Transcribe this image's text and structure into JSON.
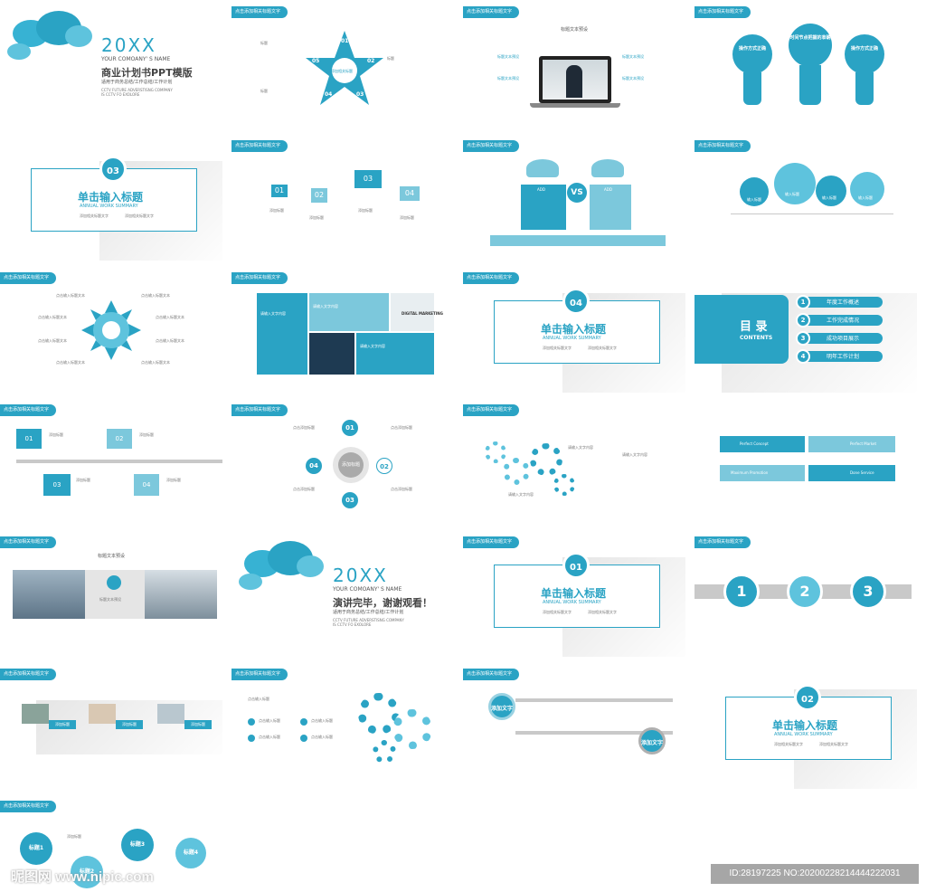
{
  "common": {
    "tag": "点击添加相关标题文字",
    "brand_color": "#2aa3c4",
    "accent_light": "#7cc8dc"
  },
  "cover": {
    "year": "20XX",
    "company": "YOUR COMOANY'  S NAME",
    "title": "商业计划书PPT模版",
    "subtitle": "适用于商务总结/工作总结/工作计划",
    "line1": "CCTV FUTURE ADVERSTISNG COMPANY",
    "line2": "IS CCTV FO EXOLORE"
  },
  "closing": {
    "year": "20XX",
    "company": "YOUR COMOANY'  S NAME",
    "title": "演讲完毕，谢谢观看！",
    "subtitle": "适用于商务总结/工作总结/工作计划",
    "line1": "CCTV FUTURE ADVERSTISNG COMPANY",
    "line2": "IS CCTV FO EXOLORE"
  },
  "section": {
    "title": "单击输入标题",
    "en": "ANNUAL WORK SUMMARY",
    "item": "添加相关标题文字",
    "numbers": [
      "03",
      "04",
      "01",
      "02"
    ]
  },
  "star": {
    "center": "添加相关标题",
    "nums": [
      "01",
      "02",
      "03",
      "04",
      "05"
    ],
    "label": "标题"
  },
  "laptop": {
    "title": "标题文本预设",
    "label": "标题文本预设"
  },
  "bulbs": {
    "items": [
      "操作方式正确",
      "时间节点把握的准确",
      "操作方式正确"
    ]
  },
  "steps": {
    "nums": [
      "01",
      "02",
      "03",
      "04"
    ],
    "label": "添加标题"
  },
  "vs": {
    "label": "VS",
    "left": "ADD",
    "right": "ADD"
  },
  "circles4": {
    "label": "输入标题"
  },
  "wheel": {
    "label": "点击输入标题文本"
  },
  "marketing": {
    "sign": "DIGITAL MARKETING",
    "label": "请输入文字内容"
  },
  "contents": {
    "title": "目 录",
    "en": "CONTENTS",
    "items": [
      "年度工作概述",
      "工作完成情况",
      "成功项目展示",
      "明年工作计划"
    ],
    "nums": [
      "1",
      "2",
      "3",
      "4"
    ]
  },
  "timeline": {
    "label": "添加标题",
    "nums": [
      "01",
      "02",
      "03",
      "04"
    ],
    "tag": "标题"
  },
  "drop": {
    "center": "添加标题",
    "nums": [
      "01",
      "02",
      "03",
      "04"
    ],
    "label": "点击添加标题"
  },
  "gears": {
    "label": "请输入文字内容"
  },
  "puzzle": {
    "items": [
      "Perfect Concept",
      "Perfect Market",
      "Maximum Promotion",
      "Done Service"
    ]
  },
  "photos": {
    "title": "标题文本预设",
    "center": "标题文本预设"
  },
  "arrows": {
    "nums": [
      "1",
      "2",
      "3"
    ]
  },
  "pics3": {
    "label": "添加标题"
  },
  "gearlist": {
    "title": "点击输入标题",
    "label": "点击输入标题"
  },
  "addtext": {
    "label": "添加文字"
  },
  "bubbles": {
    "items": [
      "标题1",
      "标题2",
      "标题3",
      "标题4"
    ],
    "label": "添加标题"
  },
  "watermark": {
    "left": "昵图网 www.nipic.com",
    "right": "ID:28197225 NO:20200228214444222031"
  }
}
